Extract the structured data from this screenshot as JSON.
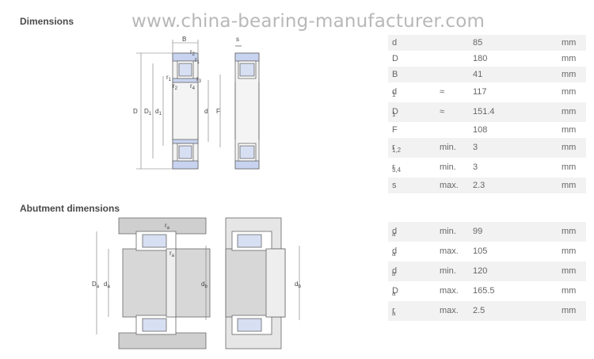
{
  "watermark": "www.china-bearing-manufacturer.com",
  "sections": {
    "dimensions_title": "Dimensions",
    "abutment_title": "Abutment dimensions"
  },
  "diagram_labels": {
    "B": "B",
    "s": "s",
    "r2": "r",
    "r2_sub": "2",
    "r1": "r",
    "r1_sub": "1",
    "r3": "r",
    "r3_sub": "3",
    "r4": "r",
    "r4_sub": "4",
    "D": "D",
    "D1": "D",
    "D1_sub": "1",
    "d1": "d",
    "d1_sub": "1",
    "d": "d",
    "F": "F",
    "Da": "D",
    "Da_sub": "a",
    "da": "d",
    "da_sub": "a",
    "db": "d",
    "db_sub": "b",
    "ra": "r",
    "ra_sub": "a"
  },
  "dimensions": [
    {
      "sym": "d",
      "sub": "",
      "qual": "",
      "val": "85",
      "unit": "mm"
    },
    {
      "sym": "D",
      "sub": "",
      "qual": "",
      "val": "180",
      "unit": "mm"
    },
    {
      "sym": "B",
      "sub": "",
      "qual": "",
      "val": "41",
      "unit": "mm"
    },
    {
      "sym": "d",
      "sub": "1",
      "qual": "≈",
      "val": "117",
      "unit": "mm"
    },
    {
      "sym": "D",
      "sub": "1",
      "qual": "≈",
      "val": "151.4",
      "unit": "mm"
    },
    {
      "sym": "F",
      "sub": "",
      "qual": "",
      "val": "108",
      "unit": "mm"
    },
    {
      "sym": "r",
      "sub": "1,2",
      "qual": "min.",
      "val": "3",
      "unit": "mm"
    },
    {
      "sym": "r",
      "sub": "3,4",
      "qual": "min.",
      "val": "3",
      "unit": "mm"
    },
    {
      "sym": "s",
      "sub": "",
      "qual": "max.",
      "val": "2.3",
      "unit": "mm"
    }
  ],
  "abutment": [
    {
      "sym": "d",
      "sub": "a",
      "qual": "min.",
      "val": "99",
      "unit": "mm"
    },
    {
      "sym": "d",
      "sub": "a",
      "qual": "max.",
      "val": "105",
      "unit": "mm"
    },
    {
      "sym": "d",
      "sub": "b",
      "qual": "min.",
      "val": "120",
      "unit": "mm"
    },
    {
      "sym": "D",
      "sub": "a",
      "qual": "max.",
      "val": "165.5",
      "unit": "mm"
    },
    {
      "sym": "r",
      "sub": "a",
      "qual": "max.",
      "val": "2.5",
      "unit": "mm"
    }
  ]
}
